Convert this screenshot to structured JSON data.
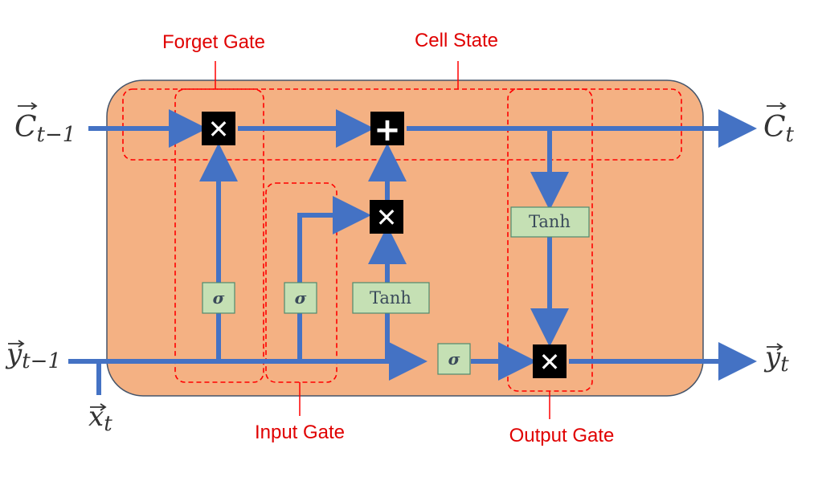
{
  "colors": {
    "cell_fill": "#F4B183",
    "cell_stroke": "#44546A",
    "arrow": "#4472C4",
    "op_fill": "#000000",
    "box_fill": "#C5E0B4",
    "box_stroke": "#4F8A6E",
    "dashed": "#FF0000",
    "label": "#E00000"
  },
  "labels": {
    "forget_gate": "Forget Gate",
    "cell_state": "Cell State",
    "input_gate": "Input Gate",
    "output_gate": "Output Gate"
  },
  "math": {
    "c_prev": {
      "base": "C",
      "sub": "t−1"
    },
    "c_next": {
      "base": "C",
      "sub": "t"
    },
    "y_prev": {
      "base": "y",
      "sub": "t−1"
    },
    "y_next": {
      "base": "y",
      "sub": "t"
    },
    "x_t": {
      "base": "x",
      "sub": "t"
    }
  },
  "boxes": {
    "sigma": "σ",
    "tanh": "Tanh"
  },
  "operators": {
    "multiply": "✕",
    "add": "+"
  }
}
